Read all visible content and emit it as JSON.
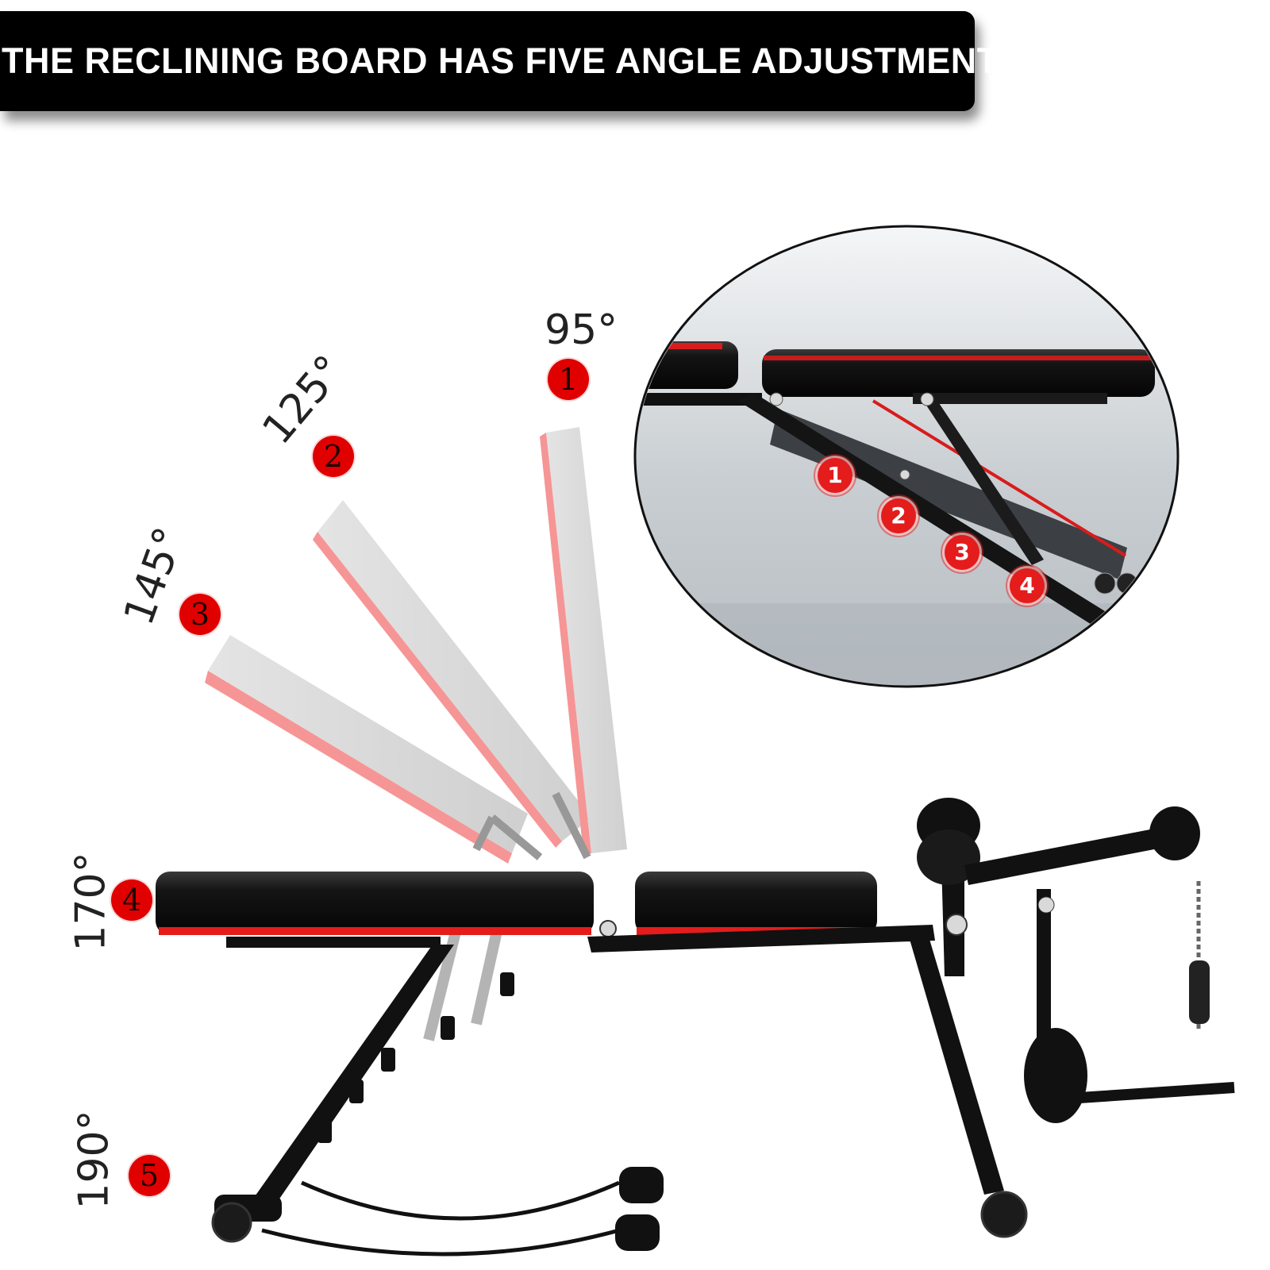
{
  "banner": {
    "text": "THE RECLINING BOARD HAS FIVE ANGLE ADJUSTMENTS"
  },
  "positions": [
    {
      "number": "1",
      "angle": "95°"
    },
    {
      "number": "2",
      "angle": "125°"
    },
    {
      "number": "3",
      "angle": "145°"
    },
    {
      "number": "4",
      "angle": "170°"
    },
    {
      "number": "5",
      "angle": "190°"
    }
  ],
  "inset": {
    "hole_numbers": [
      "1",
      "2",
      "3",
      "4"
    ]
  },
  "colors": {
    "banner_bg": "#000000",
    "accent_red": "#e00000",
    "frame_black": "#111111",
    "pad_ghost": "#b9b9b9"
  }
}
